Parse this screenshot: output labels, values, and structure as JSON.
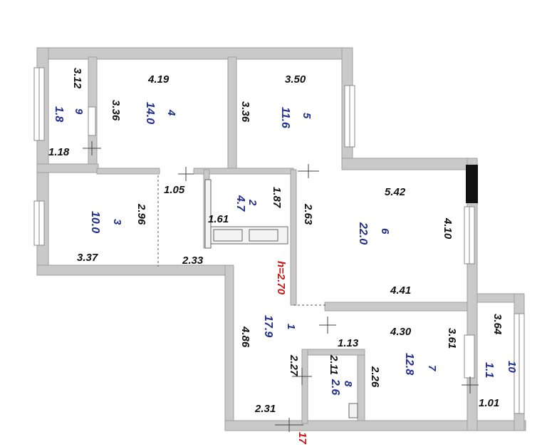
{
  "rooms": [
    {
      "number": "9",
      "area": "1.8"
    },
    {
      "number": "4",
      "area": "14.0"
    },
    {
      "number": "5",
      "area": "11.6"
    },
    {
      "number": "3",
      "area": "10.0"
    },
    {
      "number": "2",
      "area": "4.7"
    },
    {
      "number": "6",
      "area": "22.0"
    },
    {
      "number": "1",
      "area": "17.9"
    },
    {
      "number": "7",
      "area": "12.8"
    },
    {
      "number": "8",
      "area": "2.6"
    },
    {
      "number": "10",
      "area": "1.1"
    }
  ],
  "dimensions": {
    "d312": "3.12",
    "d118": "1.18",
    "d419": "4.19",
    "d336a": "3.36",
    "d350": "3.50",
    "d336b": "3.36",
    "d105": "1.05",
    "d296": "2.96",
    "d337": "3.37",
    "d233": "2.33",
    "d187": "1.87",
    "d542": "5.42",
    "d410": "4.10",
    "d441": "4.41",
    "d430": "4.30",
    "d361": "3.61",
    "d364": "3.64",
    "d101": "1.01",
    "d486": "4.86",
    "d113": "1.13",
    "d227": "2.27",
    "d211": "2.11",
    "d226": "2.26",
    "d231": "2.31",
    "d263": "2.63",
    "d161": "1.61"
  },
  "ceiling_height": "h=2.70",
  "entrance_marker": "17",
  "colors": {
    "wall": "#c9c9c9",
    "room_label": "#1f2e8f",
    "red_label": "#cc1111"
  }
}
